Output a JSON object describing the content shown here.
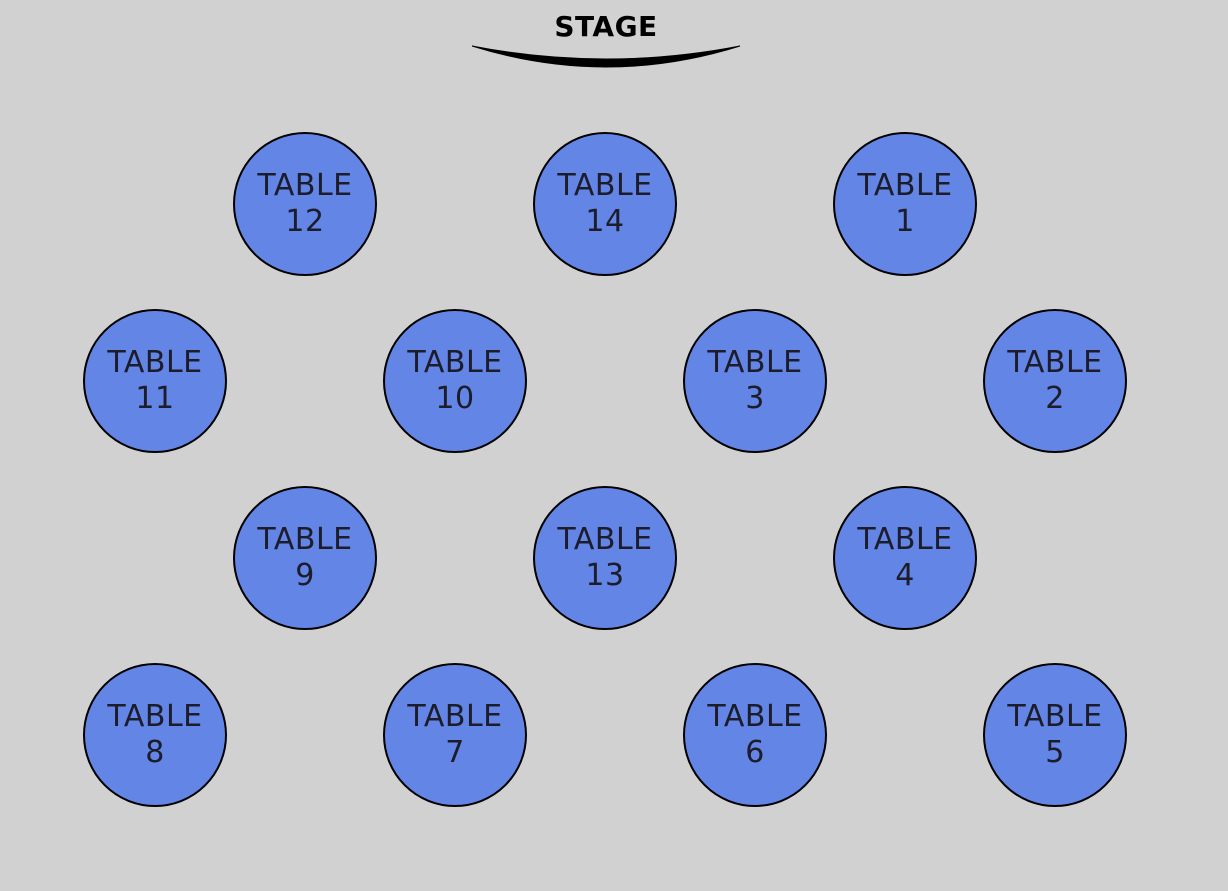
{
  "stage": {
    "label": "STAGE"
  },
  "table_prefix": "TABLE",
  "colors": {
    "background": "#d1d1d1",
    "table_fill": "#6385e6",
    "table_border": "#000000",
    "stage_arc": "#000000"
  },
  "tables": [
    {
      "number": "12"
    },
    {
      "number": "14"
    },
    {
      "number": "1"
    },
    {
      "number": "11"
    },
    {
      "number": "10"
    },
    {
      "number": "3"
    },
    {
      "number": "2"
    },
    {
      "number": "9"
    },
    {
      "number": "13"
    },
    {
      "number": "4"
    },
    {
      "number": "8"
    },
    {
      "number": "7"
    },
    {
      "number": "6"
    },
    {
      "number": "5"
    }
  ]
}
